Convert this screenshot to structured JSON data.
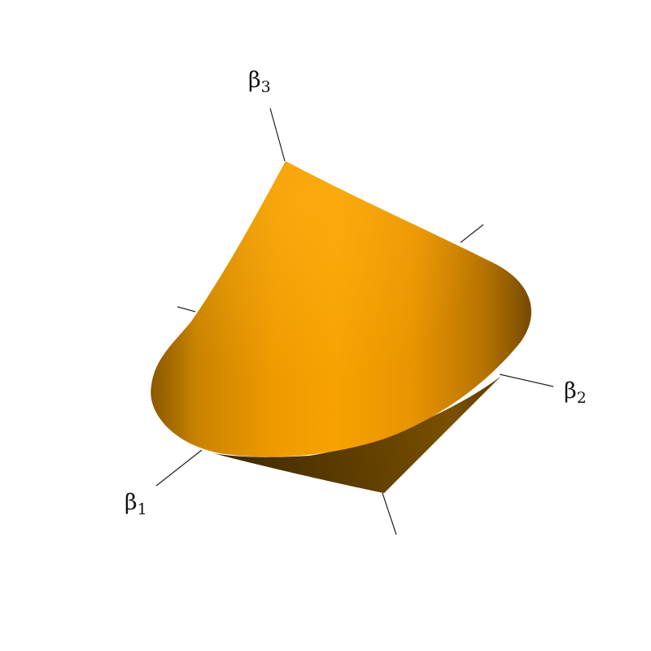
{
  "diagram": {
    "axes": {
      "beta1": {
        "symbol": "β",
        "subscript": "1"
      },
      "beta2": {
        "symbol": "β",
        "subscript": "2"
      },
      "beta3": {
        "symbol": "β",
        "subscript": "3"
      }
    },
    "colors": {
      "surface": "#f5a000",
      "surface_light": "#ffae12",
      "surface_shadow": "#5a3a00",
      "underside": "#4a3000",
      "axis": "#222222"
    }
  }
}
